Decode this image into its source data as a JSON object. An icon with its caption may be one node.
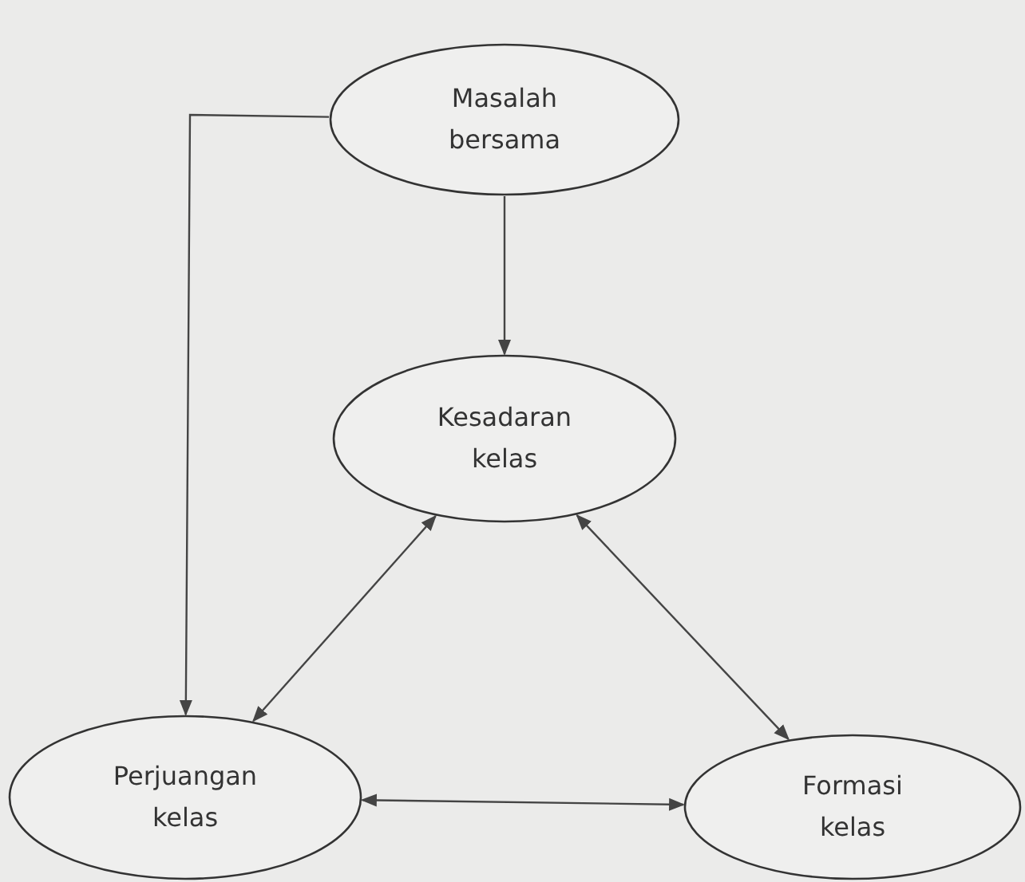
{
  "diagram": {
    "nodes": [
      {
        "text": [
          "Masalah bersama"
        ]
      },
      {
        "text": [
          "Kesadaran kelas"
        ]
      },
      {
        "text": [
          "Perjuangan kelas"
        ]
      },
      {
        "text": [
          "Formasi kelas"
        ]
      }
    ],
    "edges": [
      {
        "from": 0,
        "to": 1,
        "arrow": "to"
      },
      {
        "from": 0,
        "to": 2,
        "arrow": "to"
      },
      {
        "from": 1,
        "to": 2,
        "arrow": "both"
      },
      {
        "from": 1,
        "to": 3,
        "arrow": "both"
      },
      {
        "from": 2,
        "to": 3,
        "arrow": "both"
      }
    ]
  }
}
